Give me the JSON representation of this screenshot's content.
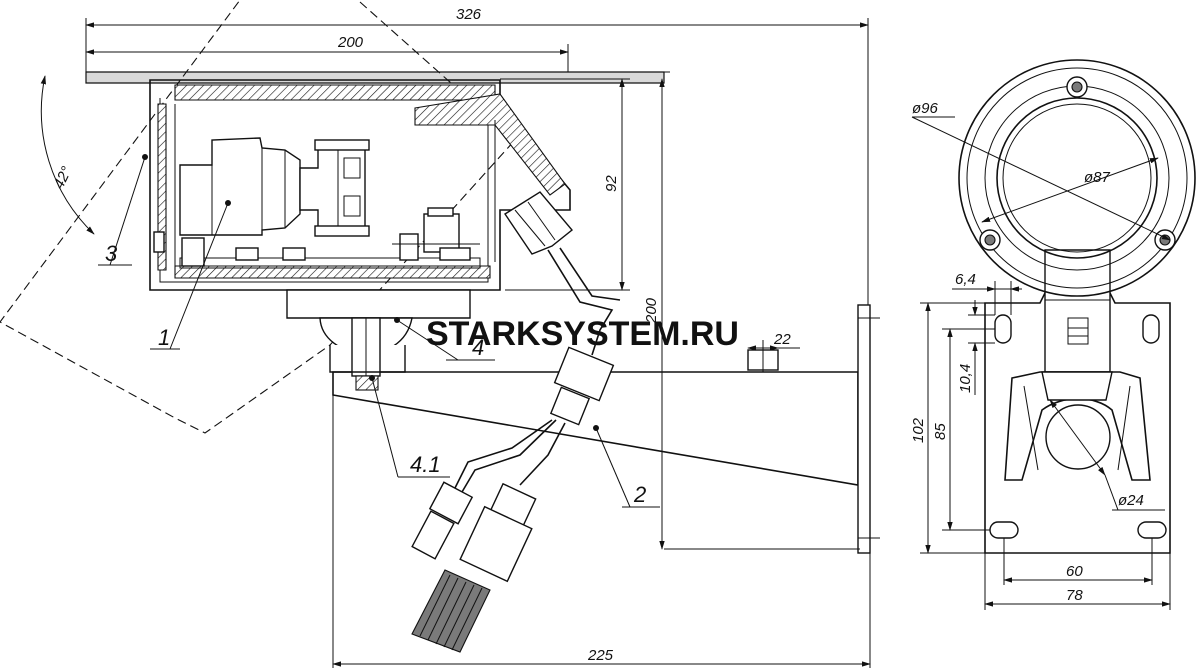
{
  "watermark": "STARKSYSTEM.RU",
  "dimensions": {
    "total_length": "326",
    "housing_length": "200",
    "housing_height": "92",
    "overall_height": "200",
    "angle": "42°",
    "bracket_length": "225",
    "bolt_22": "22",
    "front_diameter_outer": "ø96",
    "front_diameter_inner": "ø87",
    "hole_6_4": "6,4",
    "hole_10_4": "10,4",
    "plate_height_102": "102",
    "hole_spacing_85": "85",
    "center_hole_24": "ø24",
    "hole_spacing_60": "60",
    "plate_width_78": "78"
  },
  "callouts": {
    "item_1": "1",
    "item_2": "2",
    "item_3": "3",
    "item_4": "4",
    "item_4_1": "4.1"
  },
  "colors": {
    "line": "#111111",
    "fill": "#d9d9d9",
    "background": "#ffffff"
  }
}
